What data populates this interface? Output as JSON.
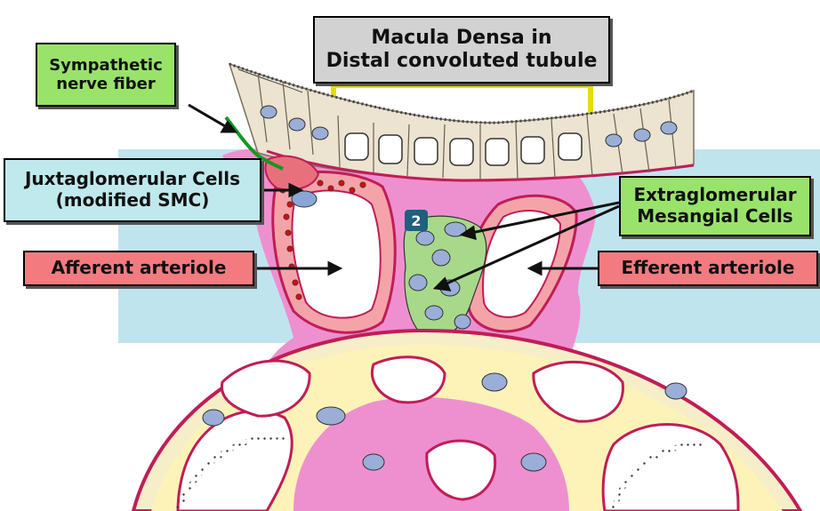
{
  "labels": {
    "macula_densa": [
      "Macula Densa in",
      "Distal convoluted tubule"
    ],
    "sympathetic_nerve": [
      "Sympathetic",
      "nerve fiber"
    ],
    "juxtaglomerular": [
      "Juxtaglomerular Cells",
      "(modified SMC)"
    ],
    "afferent": "Afferent arteriole",
    "extraglomerular": [
      "Extraglomerular",
      "Mesangial Cells"
    ],
    "efferent": "Efferent arteriole"
  },
  "badge": "2",
  "colors": {
    "band": "#bfe4ee",
    "pink_matrix": "#ee90cf",
    "vessel_wall": "#c01d58",
    "tubule_cell": "#ece3d0",
    "nucleus": "#9aaed8",
    "mesangial": "#a8d98a",
    "podocyte": "#f4ee9a",
    "granule": "#cc1111",
    "nerve": "#119922",
    "label_grey": "#d2d2d2",
    "label_green": "#99e36b",
    "label_cyan": "#bfe9ec",
    "label_red": "#f37b80",
    "badge": "#1f5f80"
  }
}
